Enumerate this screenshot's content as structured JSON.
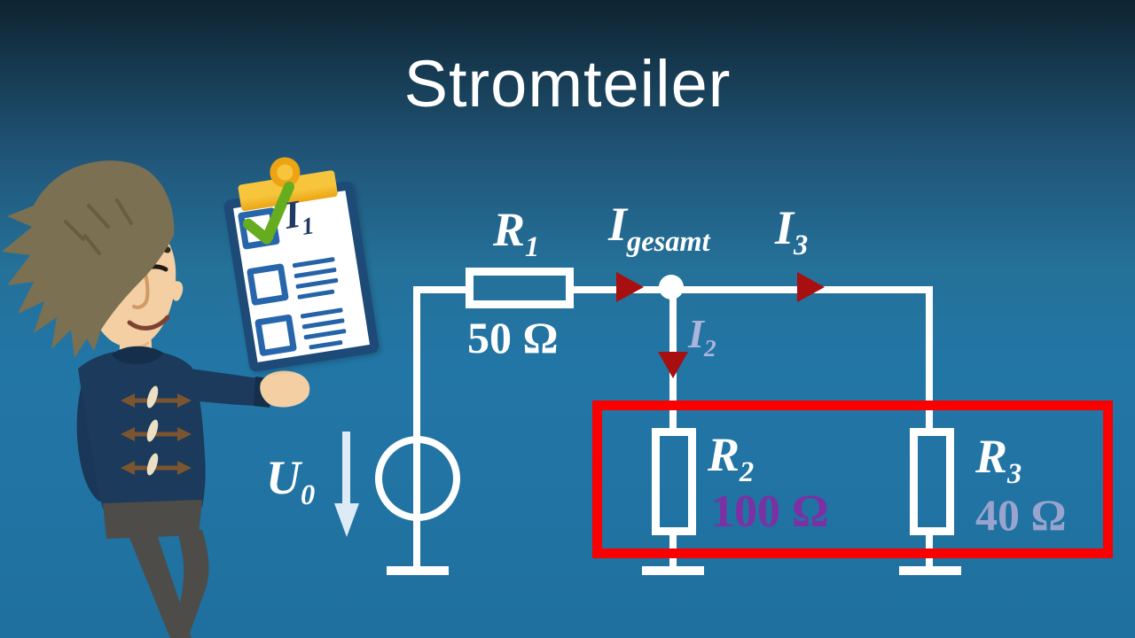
{
  "title": "Stromteiler",
  "clipboard": {
    "checked_item": {
      "base": "I",
      "sub": "1"
    }
  },
  "circuit": {
    "source": {
      "base": "U",
      "sub": "0"
    },
    "r1": {
      "base": "R",
      "sub": "1",
      "value": "50 Ω"
    },
    "r2": {
      "base": "R",
      "sub": "2",
      "value": "100 Ω"
    },
    "r3": {
      "base": "R",
      "sub": "3",
      "value": "40 Ω"
    },
    "current_total": {
      "base": "I",
      "sub": "gesamt"
    },
    "current_2": {
      "base": "I",
      "sub": "2"
    },
    "current_3": {
      "base": "I",
      "sub": "3"
    }
  },
  "icons": {
    "checkmark": "green-checkmark-icon",
    "current_arrows": "dark-red-current-direction-arrows",
    "voltage_arrow": "light-blue-voltage-direction-arrow"
  },
  "colors": {
    "wire": "#ffffff",
    "arrow": "#a80f10",
    "highlight": "#fb0000",
    "current2": "#aab4dd",
    "r2_value": "#7d2fa4",
    "r3_value": "#98a4cd"
  }
}
